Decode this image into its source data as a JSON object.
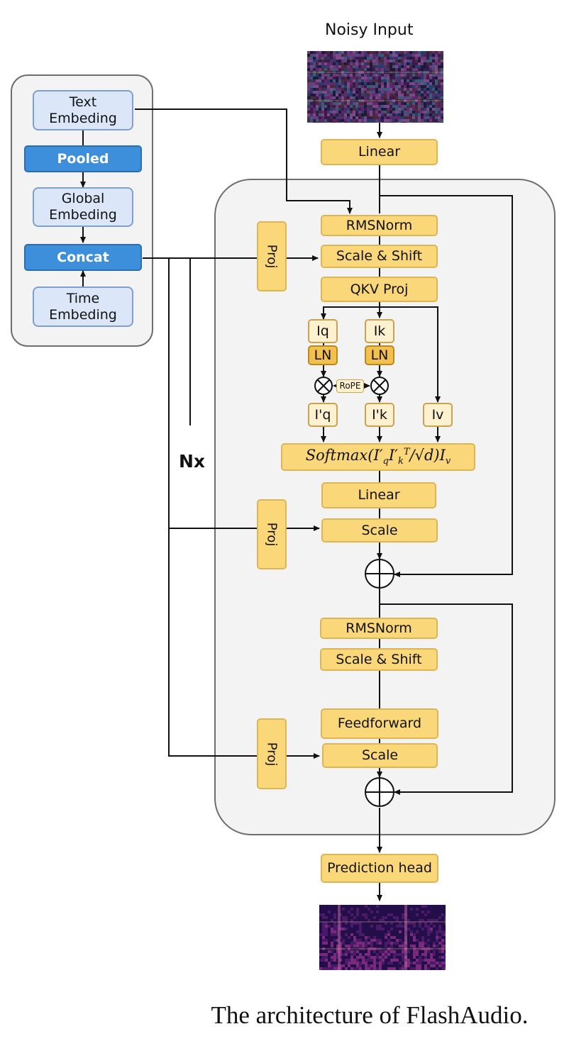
{
  "title": "Noisy Input",
  "caption": "The architecture of FlashAudio.",
  "repeat_label": "Nx",
  "condition_panel": {
    "text_embedding": [
      "Text",
      "Embeding"
    ],
    "pooled": "Pooled",
    "global_embedding": [
      "Global",
      "Embeding"
    ],
    "concat": "Concat",
    "time_embedding": [
      "Time",
      "Embeding"
    ]
  },
  "main_flow": {
    "linear_in": "Linear",
    "rmsnorm_1": "RMSNorm",
    "scale_shift_1": "Scale & Shift",
    "qkv_proj": "QKV Proj",
    "iq": "Iq",
    "ik": "Ik",
    "ln_q": "LN",
    "ln_k": "LN",
    "rope": "RoPE",
    "iq_prime": "I'q",
    "ik_prime": "I'k",
    "iv": "Iv",
    "attention_formula": "Softmax(I′q I′kT / √d) Iv",
    "linear_attn": "Linear",
    "scale_1": "Scale",
    "rmsnorm_2": "RMSNorm",
    "scale_shift_2": "Scale & Shift",
    "feedforward": "Feedforward",
    "scale_2": "Scale",
    "prediction_head": "Prediction head"
  },
  "proj_labels": [
    "Proj",
    "Proj",
    "Proj"
  ],
  "colors": {
    "block_fill": "#fad87a",
    "block_border": "#dcb656",
    "cond_blue": "#3d8fdc",
    "cond_light": "#dbe7f8",
    "panel_fill": "#f3f3f3"
  }
}
